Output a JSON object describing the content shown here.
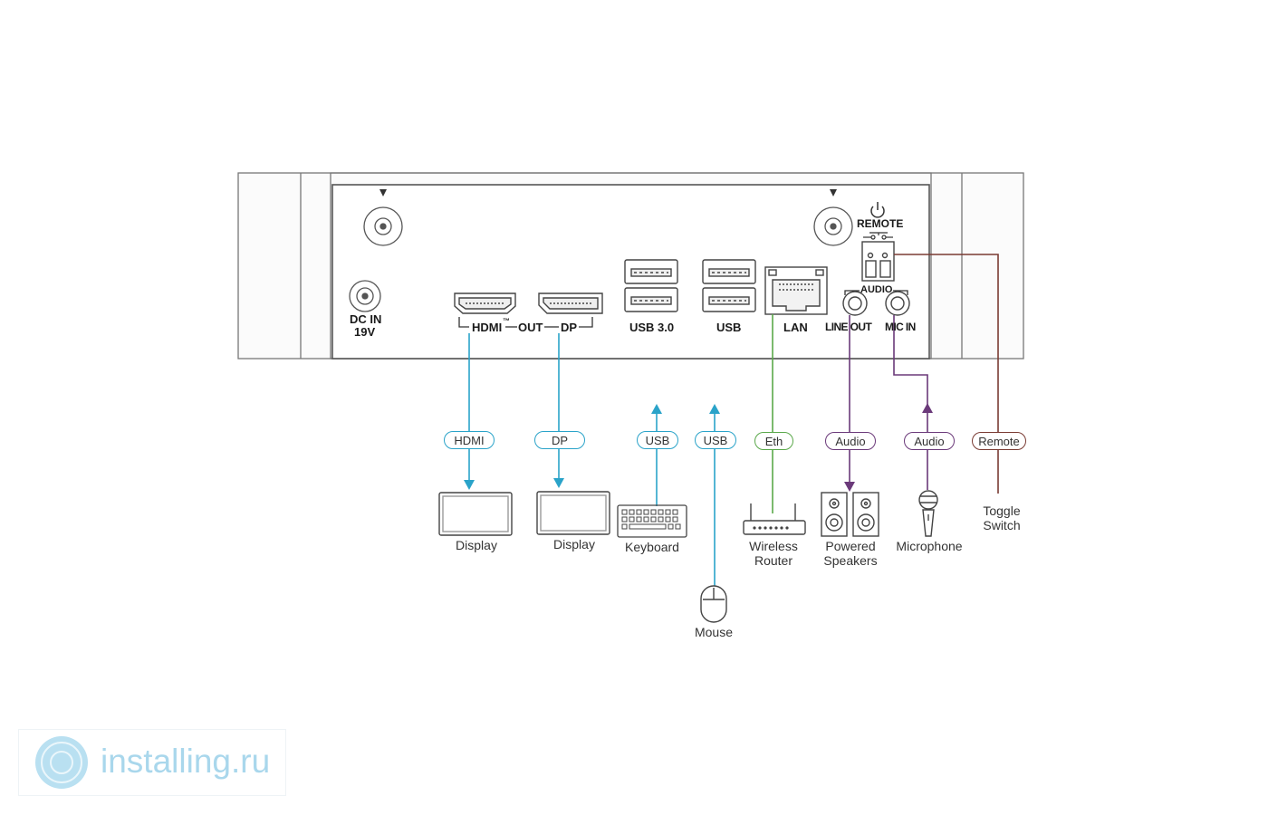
{
  "device": {
    "ports": {
      "dc_in": "DC IN",
      "dc_in_voltage": "19V",
      "hdmi": "HDMI",
      "tm": "™",
      "out": "OUT",
      "dp": "DP",
      "usb30": "USB 3.0",
      "usb": "USB",
      "lan": "LAN",
      "line_out": "LINE OUT",
      "mic_in": "MIC IN",
      "audio": "AUDIO",
      "remote": "REMOTE"
    }
  },
  "connections": [
    {
      "tag": "HDMI",
      "device": "Display",
      "color": "#2aa3c9"
    },
    {
      "tag": "DP",
      "device": "Display",
      "color": "#2aa3c9"
    },
    {
      "tag": "USB",
      "device": "Keyboard",
      "color": "#2aa3c9"
    },
    {
      "tag": "USB",
      "device": "Mouse",
      "color": "#2aa3c9"
    },
    {
      "tag": "Eth",
      "device_line1": "Wireless",
      "device_line2": "Router",
      "color": "#5aa84a"
    },
    {
      "tag": "Audio",
      "device_line1": "Powered",
      "device_line2": "Speakers",
      "color": "#6b3a7a"
    },
    {
      "tag": "Audio",
      "device": "Microphone",
      "color": "#6b3a7a"
    },
    {
      "tag": "Remote",
      "device_line1": "Toggle",
      "device_line2": "Switch",
      "color": "#7a3b33"
    }
  ],
  "watermark": {
    "text": "installing.ru"
  }
}
